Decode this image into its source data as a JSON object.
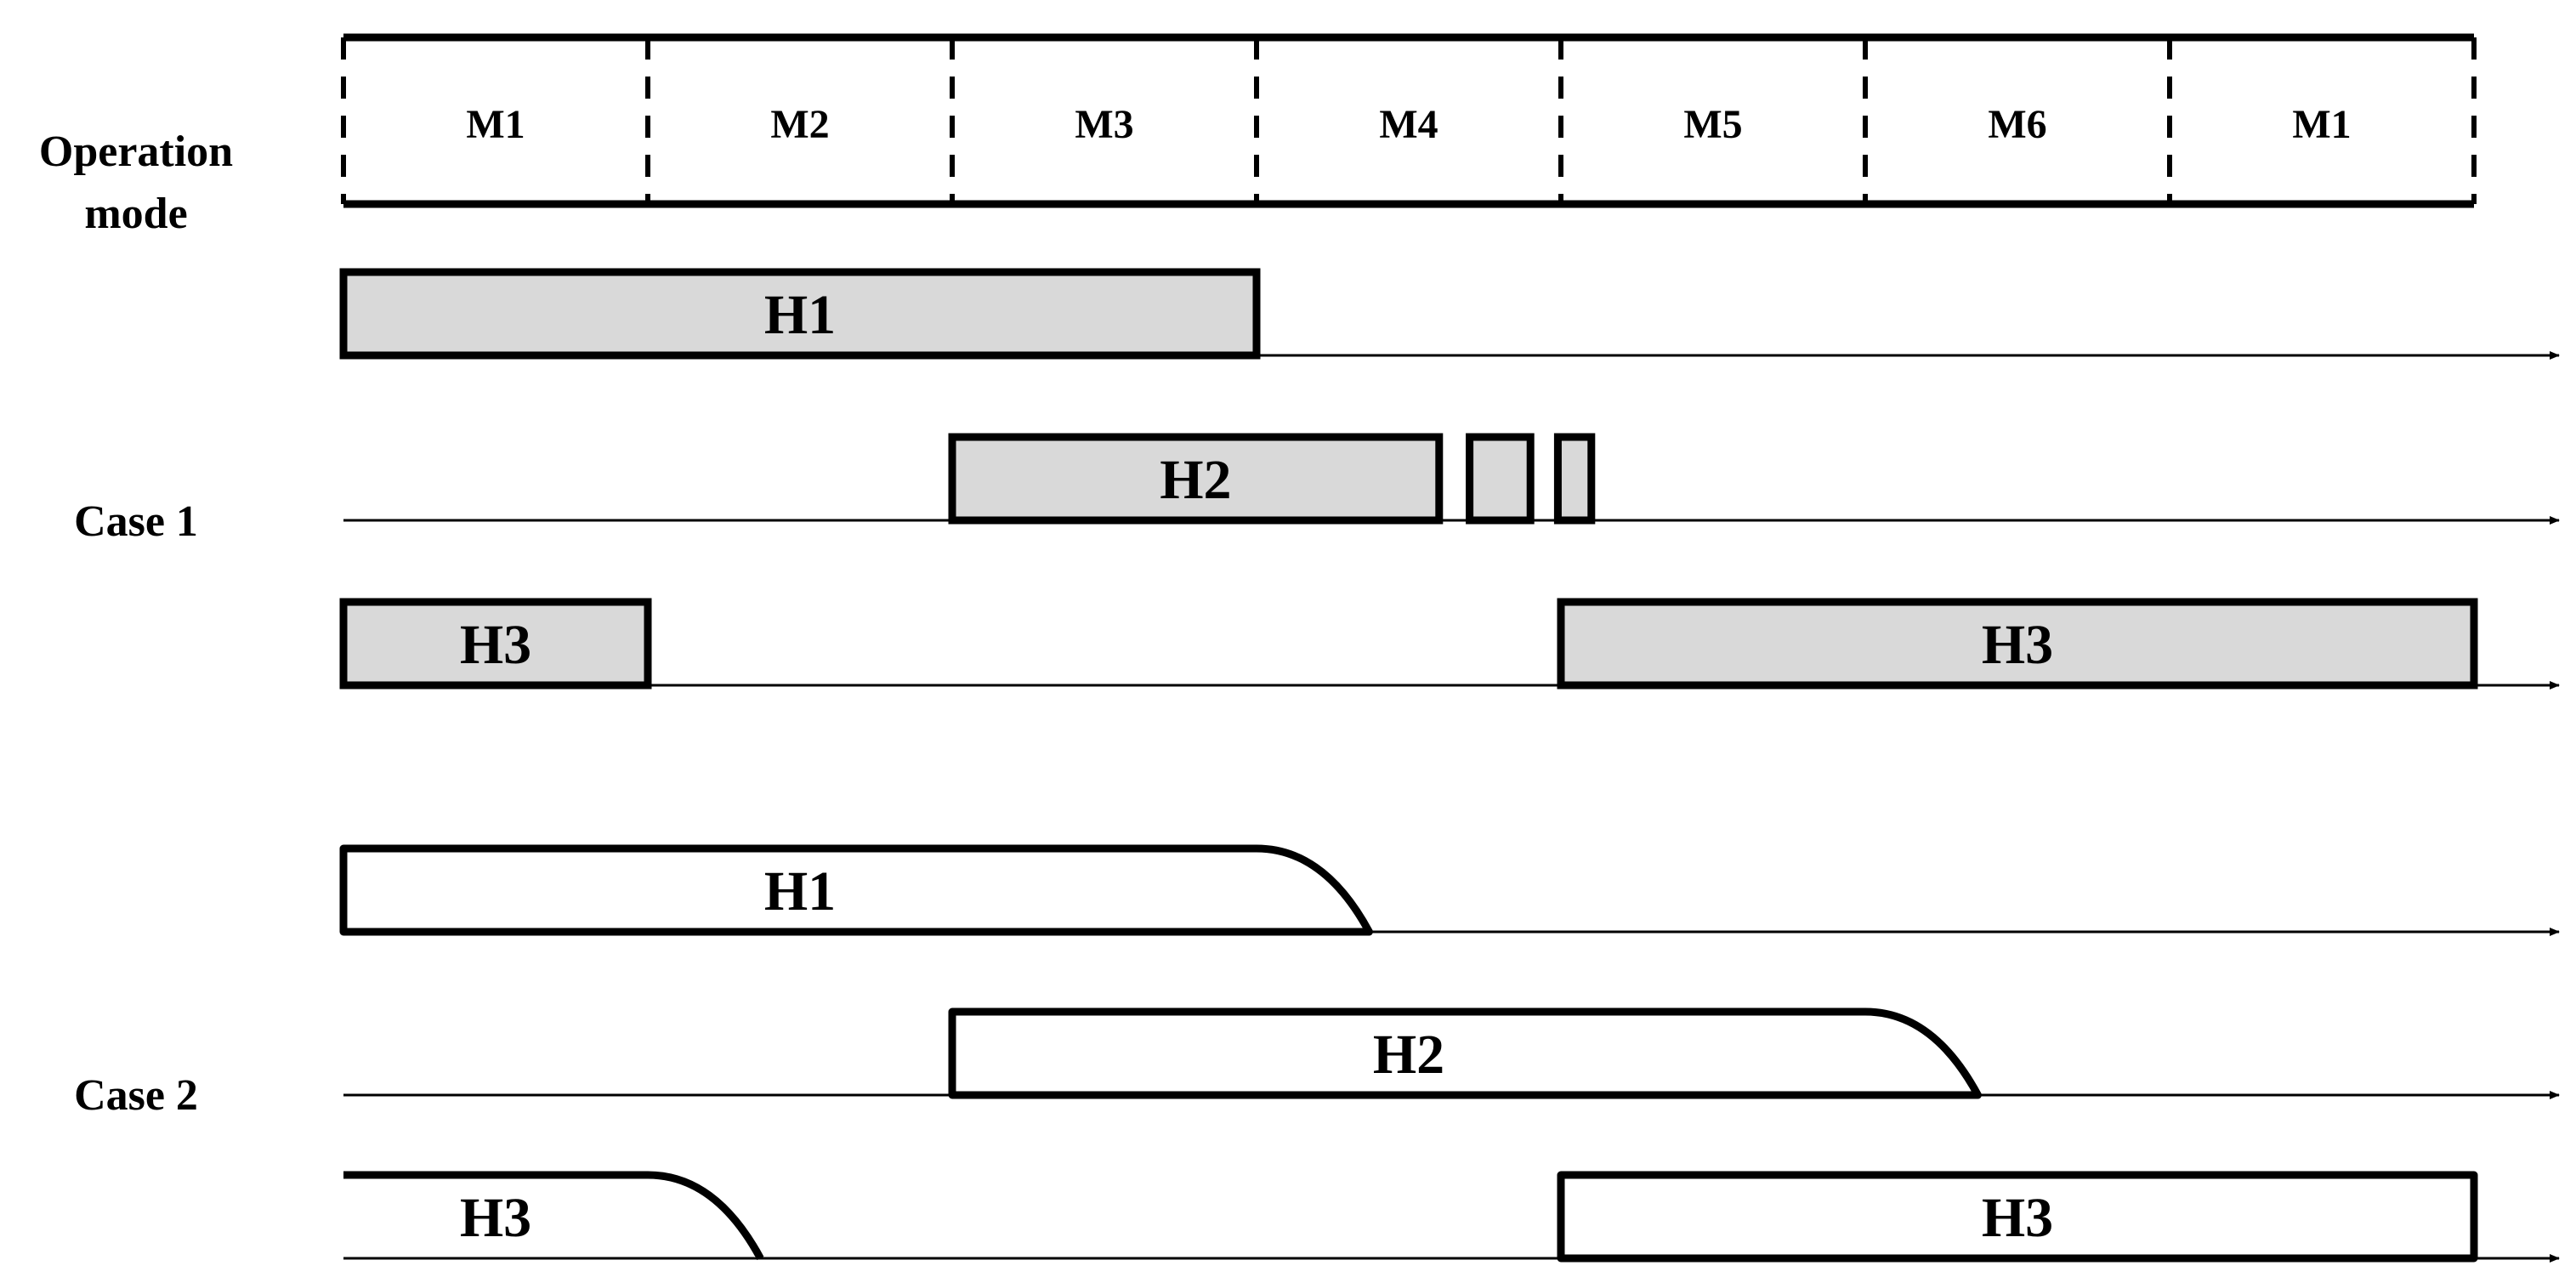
{
  "colors": {
    "stroke": "#000000",
    "filled_bar": "#d9d9d9",
    "open_bar": "#ffffff",
    "background": "#ffffff"
  },
  "row_labels": {
    "operation_mode_line1": "Operation",
    "operation_mode_line2": "mode",
    "case1": "Case 1",
    "case2": "Case 2"
  },
  "operation_modes": [
    "M1",
    "M2",
    "M3",
    "M4",
    "M5",
    "M6",
    "M1"
  ],
  "case1": {
    "style": "filled",
    "tracks": [
      {
        "name": "H1",
        "segments": [
          {
            "start": 0,
            "end": 3,
            "label": "H1"
          }
        ]
      },
      {
        "name": "H2",
        "segments": [
          {
            "start": 2,
            "end": 3.6,
            "label": "H2"
          },
          {
            "start": 3.7,
            "end": 3.9,
            "label": ""
          },
          {
            "start": 3.99,
            "end": 4.1,
            "label": ""
          }
        ]
      },
      {
        "name": "H3",
        "segments": [
          {
            "start": 0,
            "end": 1,
            "label": "H3"
          },
          {
            "start": 4,
            "end": 7,
            "label": "H3"
          }
        ]
      }
    ]
  },
  "case2": {
    "style": "open",
    "tracks": [
      {
        "name": "H1",
        "segments": [
          {
            "start": 0,
            "end": 3,
            "rolloff_end": 3.37,
            "label": "H1"
          }
        ]
      },
      {
        "name": "H2",
        "segments": [
          {
            "start": 2,
            "end": 5,
            "rolloff_end": 5.37,
            "label": "H2"
          }
        ]
      },
      {
        "name": "H3",
        "segments": [
          {
            "start": 0,
            "end": 1,
            "rolloff_end": 1.37,
            "label": "H3",
            "open_left": true
          },
          {
            "start": 4,
            "end": 7,
            "label": "H3"
          }
        ]
      }
    ]
  }
}
